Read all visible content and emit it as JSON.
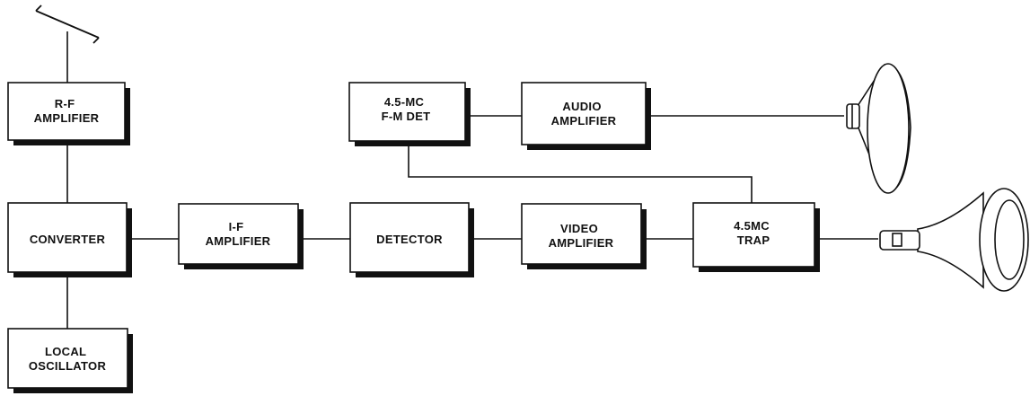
{
  "diagram": {
    "blocks": {
      "rf_amplifier": [
        "R-F",
        "AMPLIFIER"
      ],
      "converter": [
        "CONVERTER"
      ],
      "local_oscillator": [
        "LOCAL",
        "OSCILLATOR"
      ],
      "if_amplifier": [
        "I-F",
        "AMPLIFIER"
      ],
      "detector": [
        "DETECTOR"
      ],
      "video_amplifier": [
        "VIDEO",
        "AMPLIFIER"
      ],
      "trap": [
        "4.5MC",
        "TRAP"
      ],
      "fm_detector": [
        "4.5-MC",
        "F-M DET"
      ],
      "audio_amplifier": [
        "AUDIO",
        "AMPLIFIER"
      ]
    },
    "icons": [
      "antenna-icon",
      "loudspeaker-icon",
      "picture-tube-icon"
    ],
    "colors": {
      "line": "#111111",
      "box_fill": "#ffffff",
      "shadow": "#111111"
    }
  }
}
